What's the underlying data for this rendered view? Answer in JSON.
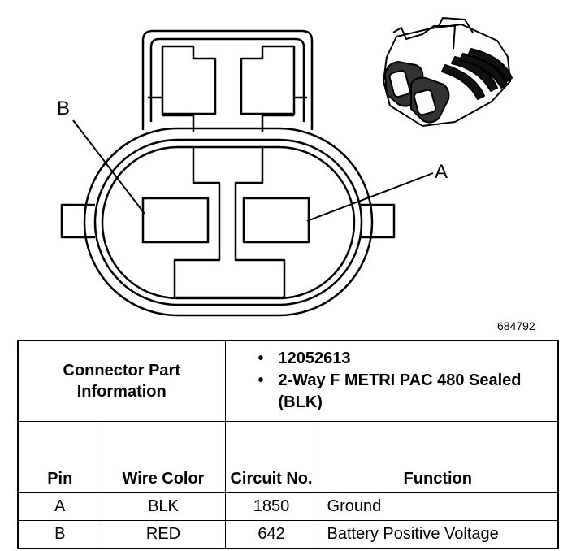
{
  "diagram": {
    "pin_b_label": "B",
    "pin_a_label": "A",
    "figure_number": "684792"
  },
  "connector_info": {
    "header_label": "Connector Part Information",
    "part_number": "12052613",
    "description": "2-Way F METRI PAC 480 Sealed (BLK)",
    "bullet": "•"
  },
  "table": {
    "columns": [
      "Pin",
      "Wire Color",
      "Circuit No.",
      "Function"
    ],
    "rows": [
      {
        "pin": "A",
        "wire_color": "BLK",
        "circuit": "1850",
        "function": "Ground"
      },
      {
        "pin": "B",
        "wire_color": "RED",
        "circuit": "642",
        "function": "Battery Positive Voltage"
      }
    ]
  }
}
